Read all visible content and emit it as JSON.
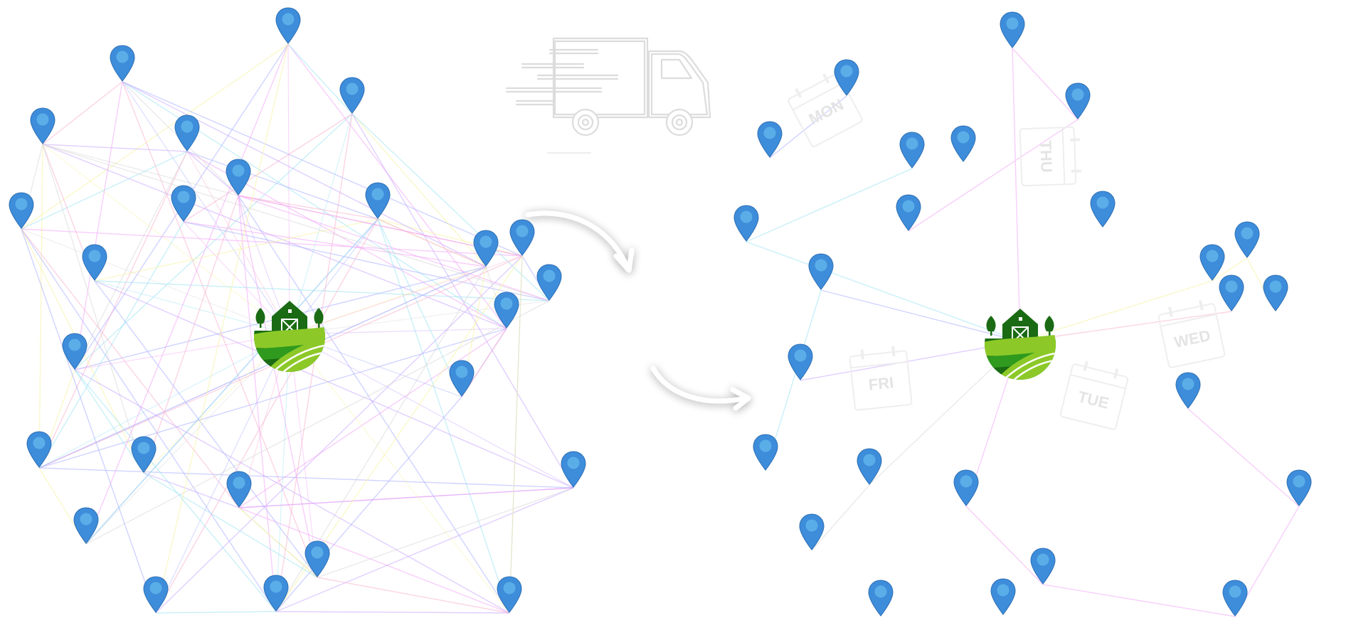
{
  "scenario": {
    "before_label": "",
    "after_label": ""
  },
  "icons": {
    "pin": "map-pin-icon",
    "farm": "farm-barn-logo-icon",
    "truck": "delivery-truck-icon",
    "arrow": "curved-arrow-icon",
    "calendar": "calendar-schedule-icon"
  },
  "colors": {
    "pin": "#3d8ddb",
    "pin_dark": "#2f6fb3",
    "pin_inner": "#5aaee8",
    "farm_dark_green": "#1a6b14",
    "farm_mid_green": "#2f9a1e",
    "farm_light_green": "#8cc928",
    "route_palette": [
      "#f3a6f7",
      "#a9b0ff",
      "#9de3f3",
      "#f6f2a0",
      "#f7b3d0",
      "#c9a8ff",
      "#d9d9d9"
    ],
    "truck_outline": "#dcdcdc",
    "arrow": "#ffffff"
  },
  "schedule_cards": [
    {
      "label": "MON"
    },
    {
      "label": "THU"
    },
    {
      "label": "FRI"
    },
    {
      "label": "WED"
    },
    {
      "label": "TUE"
    }
  ]
}
